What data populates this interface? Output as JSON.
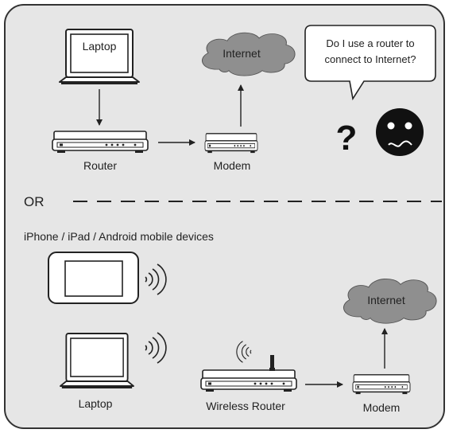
{
  "colors": {
    "panel_bg": "#e6e6e6",
    "panel_border": "#333333",
    "cloud_fill": "#8f8f8f",
    "face_fill": "#111111",
    "device_fill": "#ffffff",
    "line": "#222222"
  },
  "top": {
    "laptop_label": "Laptop",
    "cloud_label": "Internet",
    "router_label": "Router",
    "modem_label": "Modem",
    "speech_line1": "Do I use a router to",
    "speech_line2": "connect to Internet?",
    "question_mark": "?",
    "face_icon": "confused-face-icon"
  },
  "divider": {
    "or_label": "OR"
  },
  "bottom": {
    "heading": "iPhone / iPad / Android mobile devices",
    "laptop_label": "Laptop",
    "wireless_router_label": "Wireless Router",
    "cloud_label": "Internet",
    "modem_label": "Modem",
    "tablet_icon": "tablet-icon",
    "wifi_icon": "wifi-waves-icon"
  }
}
